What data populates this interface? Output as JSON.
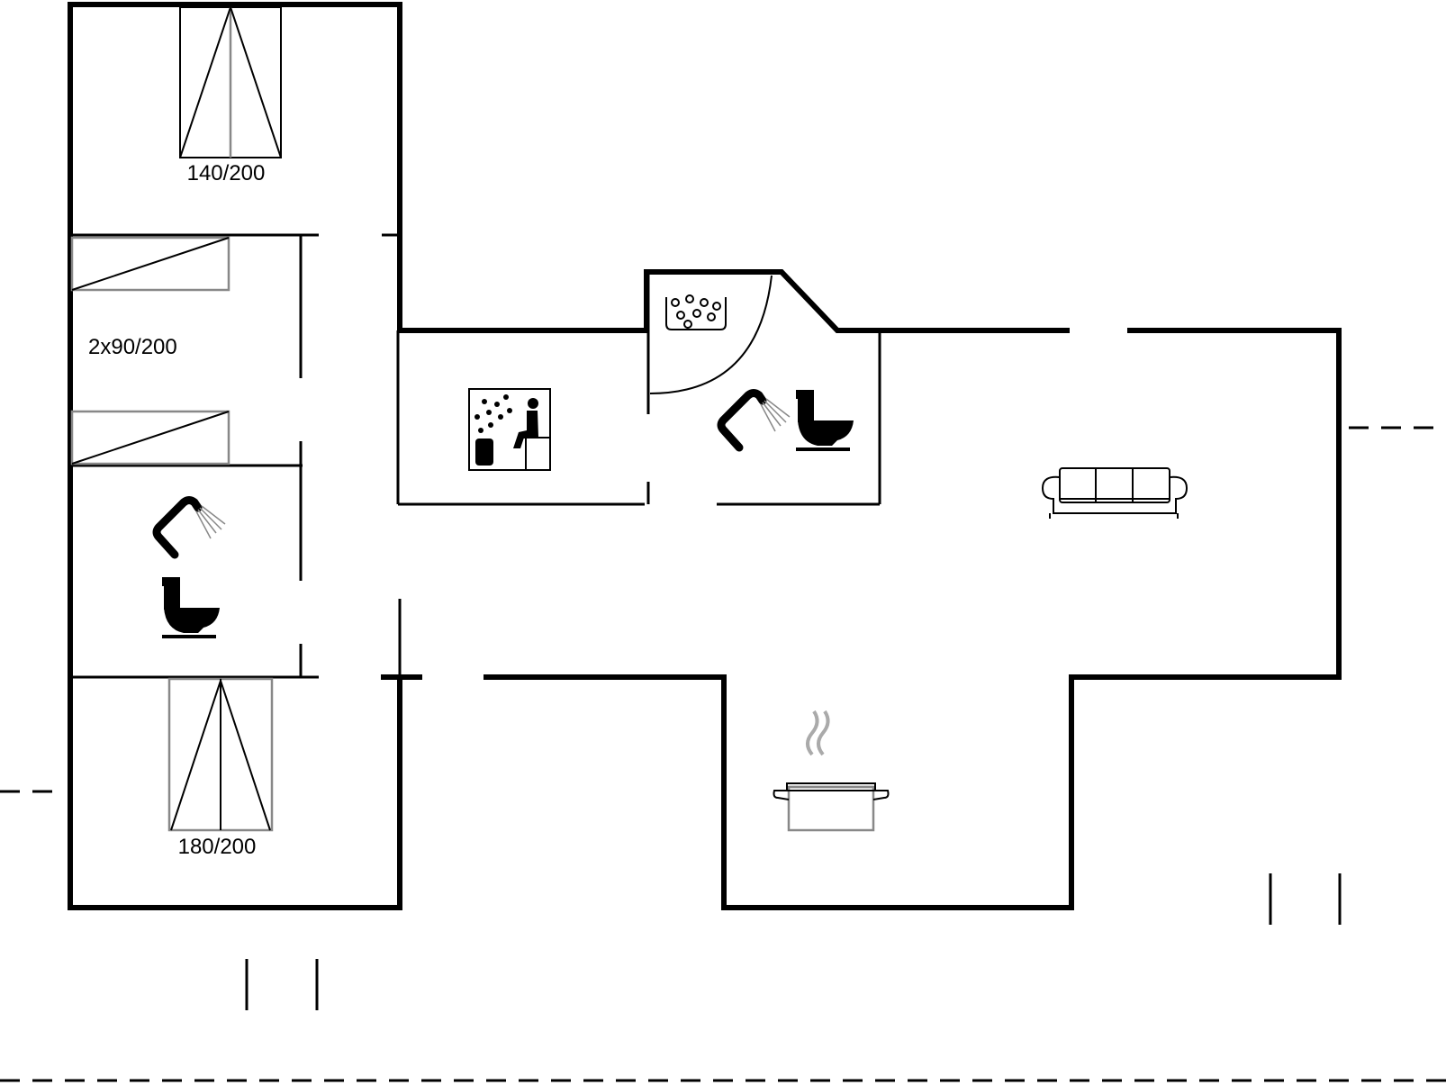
{
  "plan": {
    "bed_labels": {
      "master_top": "140/200",
      "twin_beds": "2x90/200",
      "master_bottom": "180/200"
    },
    "icons": [
      "sauna-icon",
      "spa-icon",
      "shower-icon",
      "toilet-icon",
      "sofa-icon",
      "cooking-pot-icon"
    ]
  }
}
